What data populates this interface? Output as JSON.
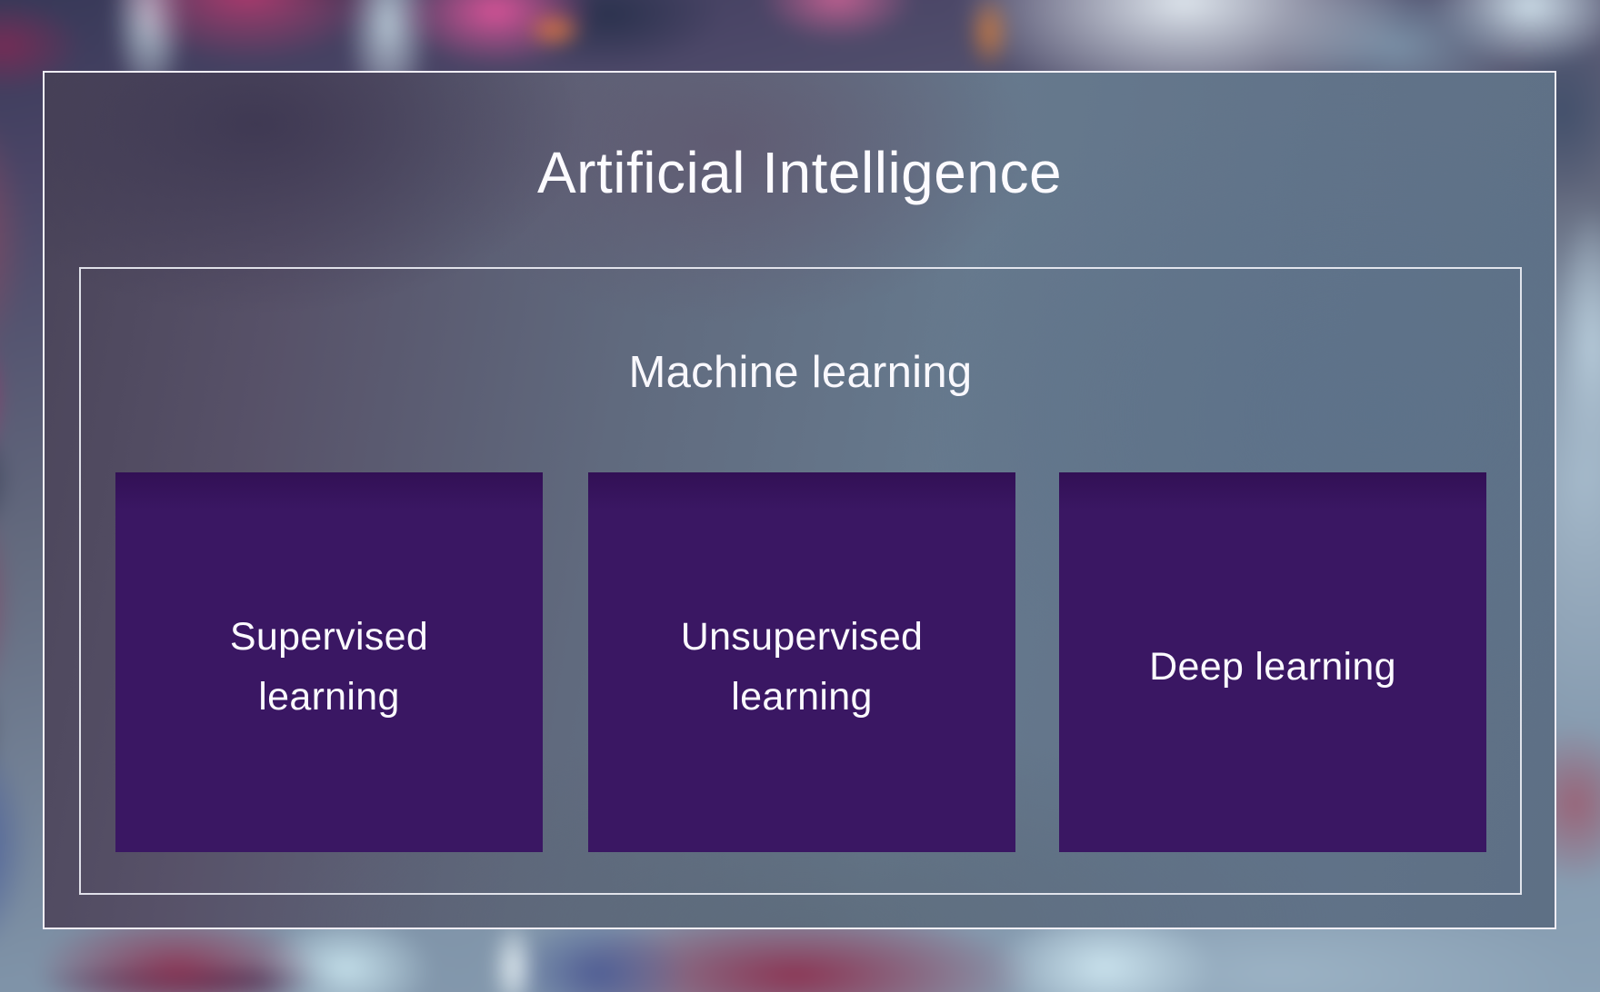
{
  "diagram": {
    "title": "Artificial Intelligence",
    "ml_label": "Machine learning",
    "cards": [
      {
        "id": "supervised-learning",
        "label": "Supervised\nlearning"
      },
      {
        "id": "unsupervised-learning",
        "label": "Unsupervised\nlearning"
      },
      {
        "id": "deep-learning",
        "label": "Deep learning"
      }
    ],
    "colors": {
      "card_purple": "#3A1763",
      "frame_white": "#F5F4F9",
      "text_white": "#FFFFFF"
    }
  }
}
